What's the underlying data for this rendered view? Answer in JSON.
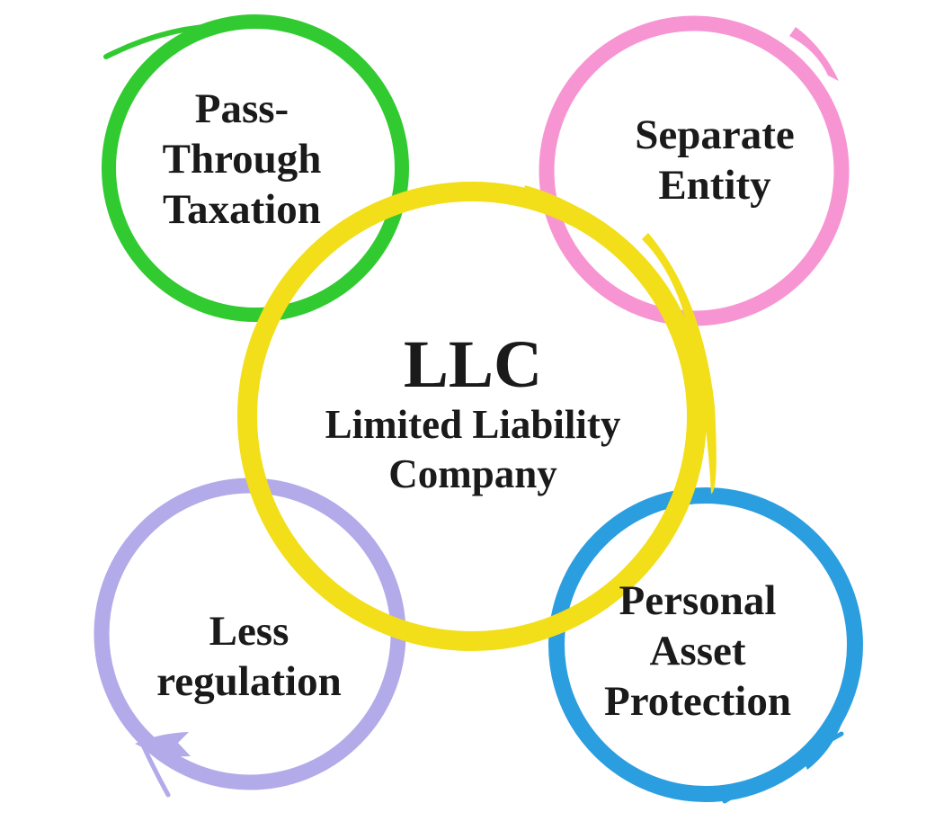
{
  "diagram": {
    "type": "hub-and-spokes",
    "background": "#ffffff",
    "text_color": "#1a1a1a",
    "center": {
      "id": "llc",
      "acronym": "LLC",
      "name_lines": [
        "Limited Liability",
        "Company"
      ],
      "ring_color": "#f2de19"
    },
    "nodes": [
      {
        "id": "pass-through-taxation",
        "lines": [
          "Pass-",
          "Through",
          "Taxation"
        ],
        "ring_color": "#31cb31"
      },
      {
        "id": "separate-entity",
        "lines": [
          "Separate",
          "Entity"
        ],
        "ring_color": "#f795d3"
      },
      {
        "id": "less-regulation",
        "lines": [
          "Less",
          "regulation"
        ],
        "ring_color": "#b3aaea"
      },
      {
        "id": "personal-asset-protection",
        "lines": [
          "Personal",
          "Asset",
          "Protection"
        ],
        "ring_color": "#2b9ee0"
      }
    ]
  }
}
